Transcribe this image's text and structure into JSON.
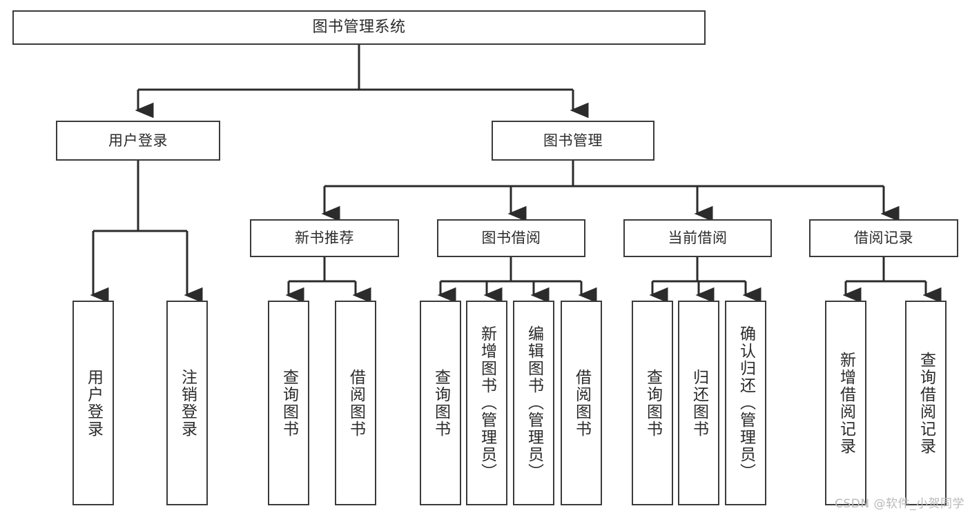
{
  "diagram": {
    "title": "图书管理系统",
    "type": "hierarchy-tree",
    "colors": {
      "box_border": "#3a3a3a",
      "box_fill": "#ffffff",
      "text": "#2b2b2b",
      "connector": "#2b2b2b",
      "watermark": "#b9b9b9"
    },
    "root": {
      "label": "图书管理系统"
    },
    "level2": [
      {
        "label": "用户登录"
      },
      {
        "label": "图书管理"
      }
    ],
    "level3": [
      {
        "label": "新书推荐"
      },
      {
        "label": "图书借阅"
      },
      {
        "label": "当前借阅"
      },
      {
        "label": "借阅记录"
      }
    ],
    "leaves": {
      "user_login": [
        {
          "label": "用户登录"
        },
        {
          "label": "注销登录"
        }
      ],
      "new_book_recommend": [
        {
          "label": "查询图书"
        },
        {
          "label": "借阅图书"
        }
      ],
      "book_borrow": [
        {
          "label": "查询图书"
        },
        {
          "label": "新增图书（管理员）"
        },
        {
          "label": "编辑图书（管理员）"
        },
        {
          "label": "借阅图书"
        }
      ],
      "current_borrow": [
        {
          "label": "查询图书"
        },
        {
          "label": "归还图书"
        },
        {
          "label": "确认归还（管理员）"
        }
      ],
      "borrow_record": [
        {
          "label": "新增借阅记录"
        },
        {
          "label": "查询借阅记录"
        }
      ]
    }
  },
  "watermark": {
    "text": "CSDN @软件_小贺同学"
  }
}
